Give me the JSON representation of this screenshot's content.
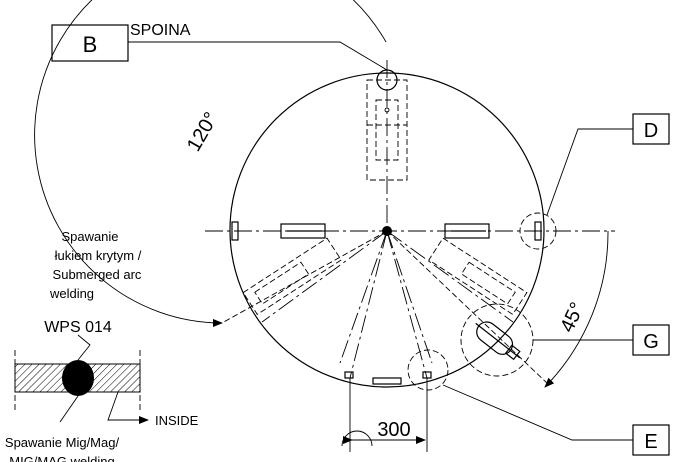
{
  "labels": {
    "B": "B",
    "D": "D",
    "E": "E",
    "G": "G",
    "spoina": "SPOINA",
    "angle_120": "120°",
    "angle_45": "45°",
    "dim_300": "300",
    "inside": "INSIDE",
    "wps": "WPS 014",
    "saw_line1": "Spawanie",
    "saw_line2": "łukiem krytym /",
    "saw_line3": "Submerged arc",
    "saw_line4": "welding",
    "mig_line1": "Spawanie Mig/Mag/",
    "mig_line2": "MIG/MAG welding"
  }
}
